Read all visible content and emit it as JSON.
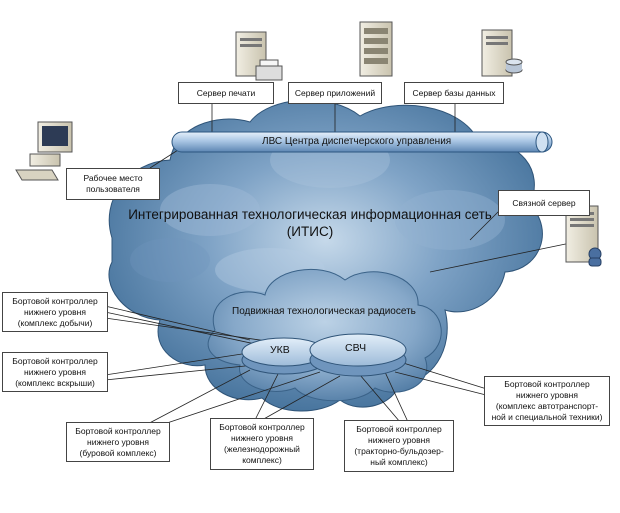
{
  "lan": {
    "label": "ЛВС Центра диспетчерского управления"
  },
  "network": {
    "title_line1": "Интегрированная технологическая информационная сеть",
    "title_line2": "(ИТИС)",
    "radio_label": "Подвижная технологическая радиосеть",
    "ukv_label": "УКВ",
    "svch_label": "СВЧ"
  },
  "servers": {
    "print": "Сервер печати",
    "apps": "Сервер приложений",
    "db": "Сервер базы данных",
    "comm": "Связной сервер"
  },
  "workstation": {
    "label": "Рабочее место\nпользователя"
  },
  "controllers": {
    "mining": "Бортовой контроллер\nнижнего уровня\n(комплекс добычи)",
    "stripping": "Бортовой контроллер\nнижнего уровня\n(комплекс вскрыши)",
    "drilling": "Бортовой контроллер\nнижнего уровня\n(буровой комплекс)",
    "railway": "Бортовой контроллер\nнижнего уровня\n(железнодорожный\nкомплекс)",
    "tractor": "Бортовой контроллер\nнижнего уровня\n(тракторно-бульдозер-\nный комплекс)",
    "transport": "Бортовой контроллер\nнижнего уровня\n(комплекс автотранспорт-\nной и специальной техники)"
  }
}
